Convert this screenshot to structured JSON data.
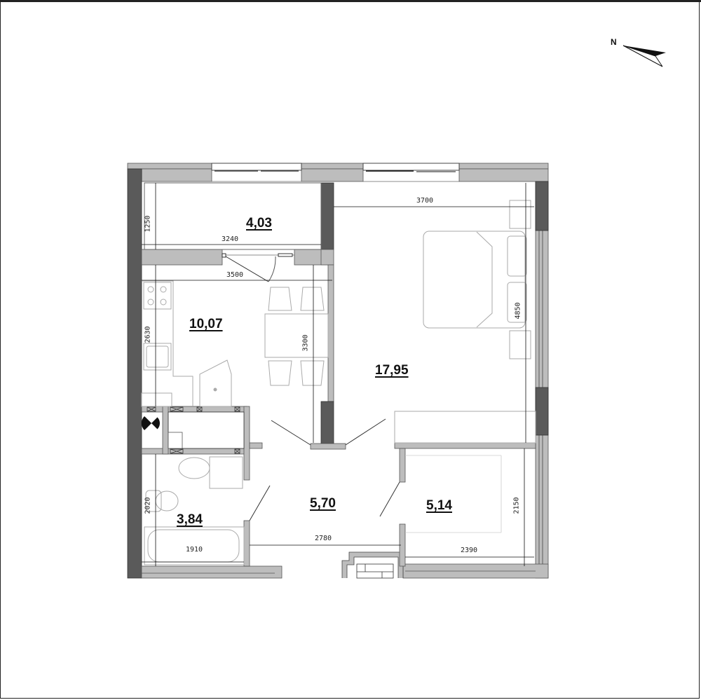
{
  "compass": {
    "label": "N"
  },
  "rooms": [
    {
      "id": "balcony",
      "area": "4,03"
    },
    {
      "id": "kitchen",
      "area": "10,07"
    },
    {
      "id": "bedroom",
      "area": "17,95"
    },
    {
      "id": "hallway",
      "area": "5,70"
    },
    {
      "id": "bathroom",
      "area": "3,84"
    },
    {
      "id": "storage",
      "area": "5,14"
    }
  ],
  "dimensions": {
    "balcony_depth": "1250",
    "balcony_width": "3240",
    "kitchen_width": "3500",
    "kitchen_depth_left": "2630",
    "kitchen_depth_right": "3300",
    "bedroom_width": "3700",
    "bedroom_depth": "4850",
    "bathroom_depth": "2020",
    "bathroom_width": "1910",
    "hallway_width": "2780",
    "storage_width": "2390",
    "storage_depth": "2150"
  },
  "colors": {
    "wall_dark": "#5a5a5a",
    "wall_light": "#bdbdbd",
    "furniture_line": "#aaaaaa",
    "dimension_line": "#111111"
  }
}
